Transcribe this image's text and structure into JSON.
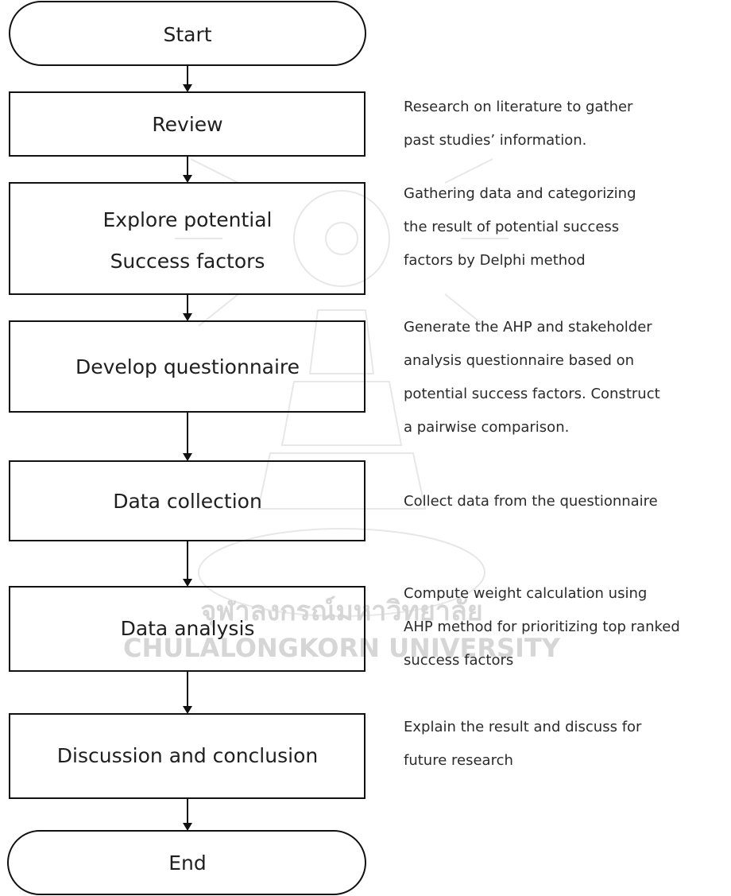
{
  "flowchart": {
    "terminals": {
      "start": "Start",
      "end": "End"
    },
    "steps": [
      {
        "lines": [
          "Review"
        ],
        "note": [
          "Research on literature to gather",
          "past studies’ information."
        ]
      },
      {
        "lines": [
          "Explore potential",
          "Success factors"
        ],
        "note": [
          "Gathering data and categorizing",
          "the result of potential success",
          "factors by Delphi method"
        ]
      },
      {
        "lines": [
          "Develop questionnaire"
        ],
        "note": [
          "Generate the AHP and stakeholder",
          "analysis questionnaire based on",
          "potential success factors. Construct",
          "a pairwise comparison."
        ]
      },
      {
        "lines": [
          "Data collection"
        ],
        "note": [
          "Collect data from the questionnaire"
        ]
      },
      {
        "lines": [
          "Data analysis"
        ],
        "note": [
          "Compute weight calculation using",
          "AHP method for prioritizing top ranked",
          "success factors"
        ]
      },
      {
        "lines": [
          "Discussion and conclusion"
        ],
        "note": [
          "Explain the result and discuss for",
          "future research"
        ]
      }
    ]
  },
  "watermark": {
    "thai_text": "จุฬาลงกรณ์มหาวิทยาลัย",
    "english_text": "CHULALONGKORN UNIVERSITY"
  },
  "colors": {
    "stroke": "#111111",
    "text": "#1f1f1f",
    "watermark": "#d6d6d6"
  }
}
